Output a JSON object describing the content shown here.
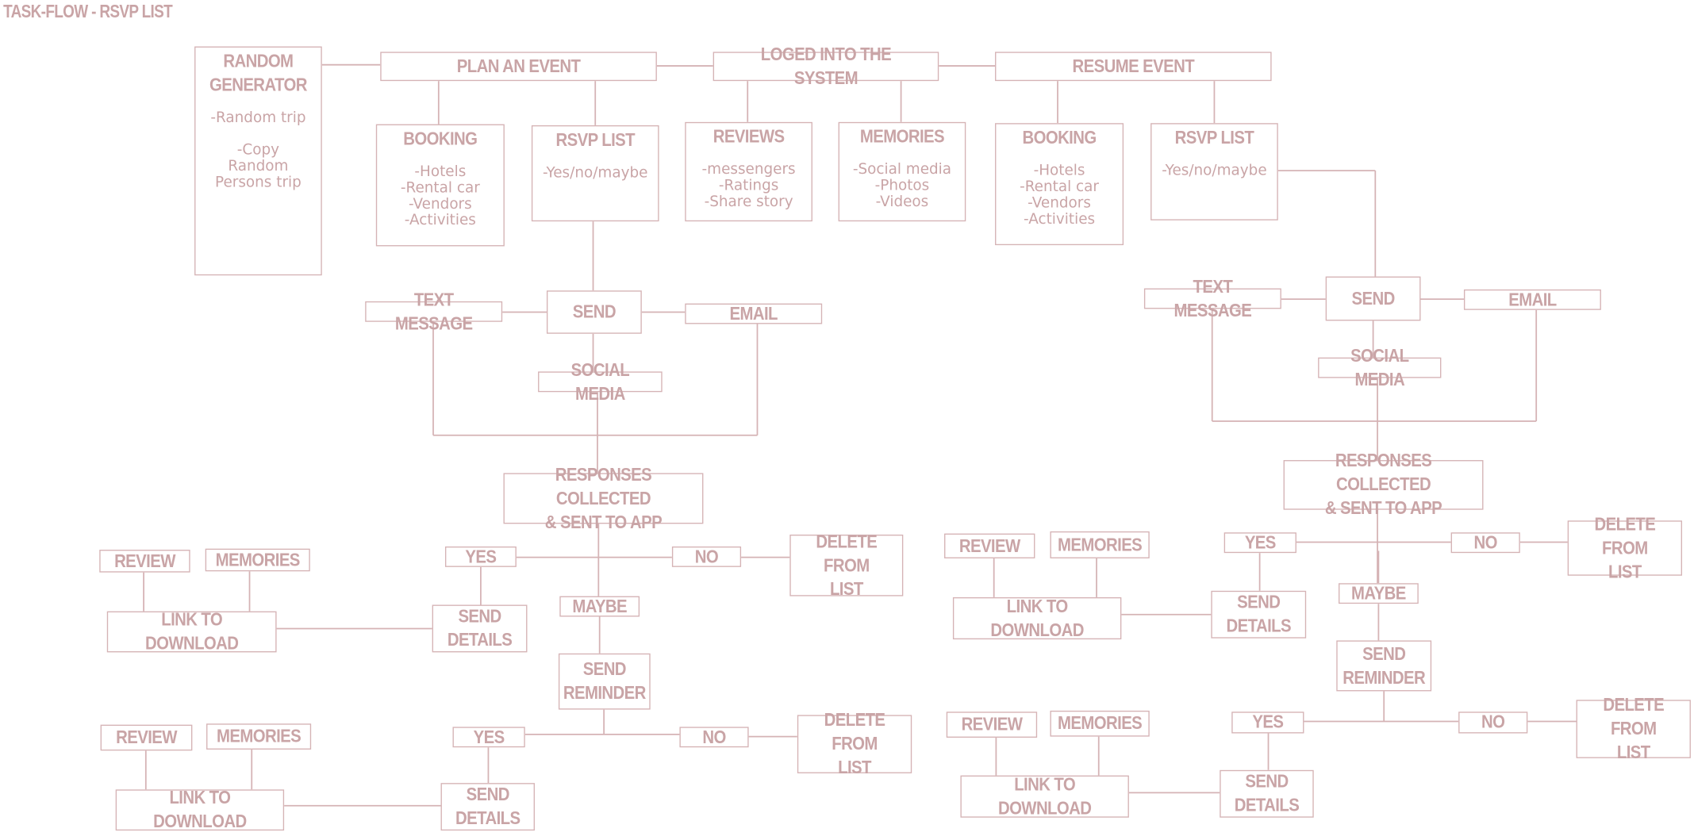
{
  "title": "TASK-FLOW  - RSVP LIST",
  "colors": {
    "accent": "#c9a4a6",
    "border": "#d5b3b5",
    "background": "#ffffff"
  },
  "nodes": {
    "random_generator": {
      "label": "RANDOM\nGENERATOR",
      "body": "-Random trip\n\n-Copy\nRandom\nPersons trip"
    },
    "plan_event": {
      "label": "PLAN AN EVENT"
    },
    "loged_in": {
      "label": "LOGED INTO THE SYSTEM"
    },
    "resume_event": {
      "label": "RESUME EVENT"
    },
    "booking_left": {
      "label": "BOOKING",
      "body": "-Hotels\n-Rental car\n-Vendors\n-Activities"
    },
    "rsvp_left": {
      "label": "RSVP LIST",
      "body": "-Yes/no/maybe"
    },
    "reviews": {
      "label": "REVIEWS",
      "body": "-messengers\n-Ratings\n-Share story"
    },
    "memories_top": {
      "label": "MEMORIES",
      "body": "-Social media\n-Photos\n-Videos"
    },
    "booking_right": {
      "label": "BOOKING",
      "body": "-Hotels\n-Rental car\n-Vendors\n-Activities"
    },
    "rsvp_right": {
      "label": "RSVP LIST",
      "body": "-Yes/no/maybe"
    },
    "l_text": {
      "label": "TEXT MESSAGE"
    },
    "l_send": {
      "label": "SEND"
    },
    "l_email": {
      "label": "EMAIL"
    },
    "l_social": {
      "label": "SOCIAL MEDIA"
    },
    "l_responses": {
      "label": "RESPONSES COLLECTED\n& SENT TO APP"
    },
    "l_yes": {
      "label": "YES"
    },
    "l_no": {
      "label": "NO"
    },
    "l_delete": {
      "label": "DELETE FROM\nLIST"
    },
    "l_maybe": {
      "label": "MAYBE"
    },
    "l_send_details": {
      "label": "SEND\nDETAILS"
    },
    "l_link": {
      "label": "LINK TO DOWNLOAD"
    },
    "l_review": {
      "label": "REVIEW"
    },
    "l_memories": {
      "label": "MEMORIES"
    },
    "l_reminder": {
      "label": "SEND\nREMINDER"
    },
    "l2_yes": {
      "label": "YES"
    },
    "l2_no": {
      "label": "NO"
    },
    "l2_delete": {
      "label": "DELETE FROM\nLIST"
    },
    "l2_send_details": {
      "label": "SEND\nDETAILS"
    },
    "l2_link": {
      "label": "LINK TO DOWNLOAD"
    },
    "l2_review": {
      "label": "REVIEW"
    },
    "l2_memories": {
      "label": "MEMORIES"
    },
    "r_text": {
      "label": "TEXT MESSAGE"
    },
    "r_send": {
      "label": "SEND"
    },
    "r_email": {
      "label": "EMAIL"
    },
    "r_social": {
      "label": "SOCIAL MEDIA"
    },
    "r_responses": {
      "label": "RESPONSES COLLECTED\n& SENT TO APP"
    },
    "r_yes": {
      "label": "YES"
    },
    "r_no": {
      "label": "NO"
    },
    "r_delete": {
      "label": "DELETE FROM\nLIST"
    },
    "r_maybe": {
      "label": "MAYBE"
    },
    "r_send_details": {
      "label": "SEND\nDETAILS"
    },
    "r_link": {
      "label": "LINK TO DOWNLOAD"
    },
    "r_review": {
      "label": "REVIEW"
    },
    "r_memories": {
      "label": "MEMORIES"
    },
    "r_reminder": {
      "label": "SEND\nREMINDER"
    },
    "r2_yes": {
      "label": "YES"
    },
    "r2_no": {
      "label": "NO"
    },
    "r2_delete": {
      "label": "DELETE FROM\nLIST"
    },
    "r2_send_details": {
      "label": "SEND\nDETAILS"
    },
    "r2_link": {
      "label": "LINK TO DOWNLOAD"
    },
    "r2_review": {
      "label": "REVIEW"
    },
    "r2_memories": {
      "label": "MEMORIES"
    }
  }
}
